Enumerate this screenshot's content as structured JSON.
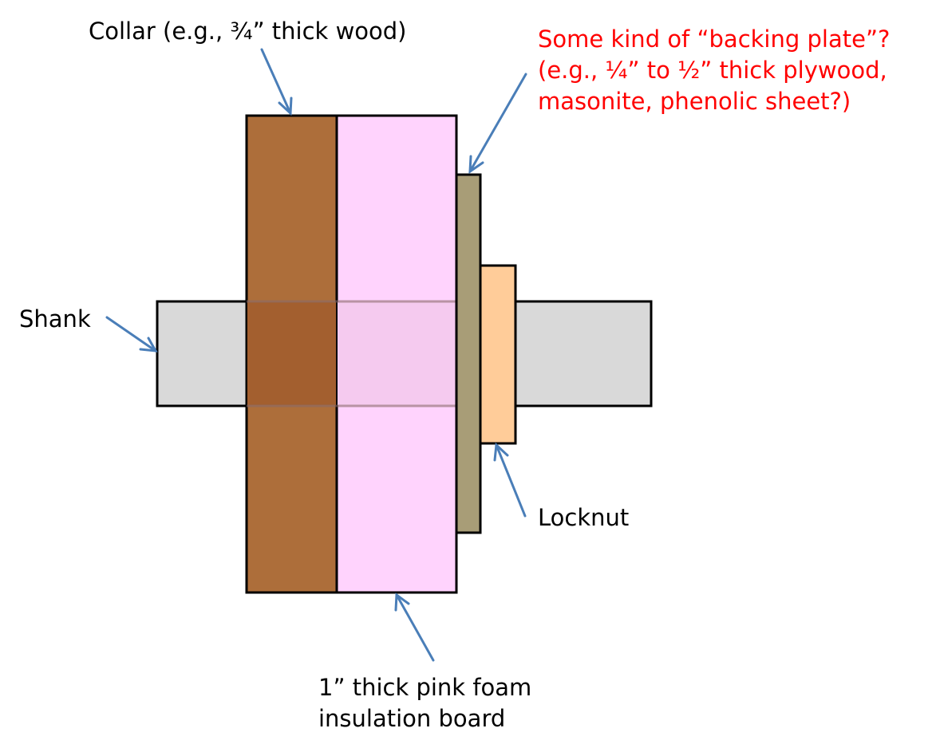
{
  "labels": {
    "collar": "Collar (e.g., ¾” thick wood)",
    "backing_plate": [
      "Some kind of “backing plate”?",
      "(e.g., ¼” to ½” thick plywood,",
      "masonite, phenolic sheet?)"
    ],
    "shank": "Shank",
    "locknut": "Locknut",
    "foam_board": [
      "1” thick pink foam",
      "insulation board"
    ]
  },
  "colors": {
    "collar_wood": "#ad6e3a",
    "collar_wood_overlap": "#a35f2f",
    "foam": "#ffd3fd",
    "foam_overlap": "#f5caef",
    "backing_plate": "#a89d77",
    "locknut": "#ffcc99",
    "shank": "#d9d9d9",
    "arrow": "#4a7eb8",
    "red_text": "#ff0000",
    "outline": "#000000"
  }
}
